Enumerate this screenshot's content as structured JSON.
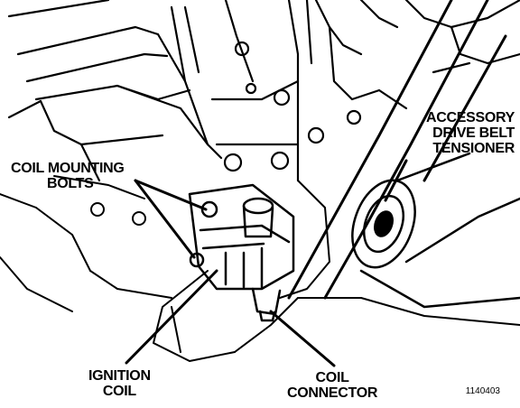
{
  "labels": {
    "coil_mounting_bolts": [
      "COIL MOUNTING",
      "BOLTS"
    ],
    "accessory_drive_belt_tensioner": [
      "ACCESSORY",
      "DRIVE BELT",
      "TENSIONER"
    ],
    "ignition_coil": [
      "IGNITION",
      "COIL"
    ],
    "coil_connector": [
      "COIL",
      "CONNECTOR"
    ]
  },
  "figure_number": "1140403",
  "colors": {
    "ink": "#000000",
    "paper": "#ffffff"
  }
}
